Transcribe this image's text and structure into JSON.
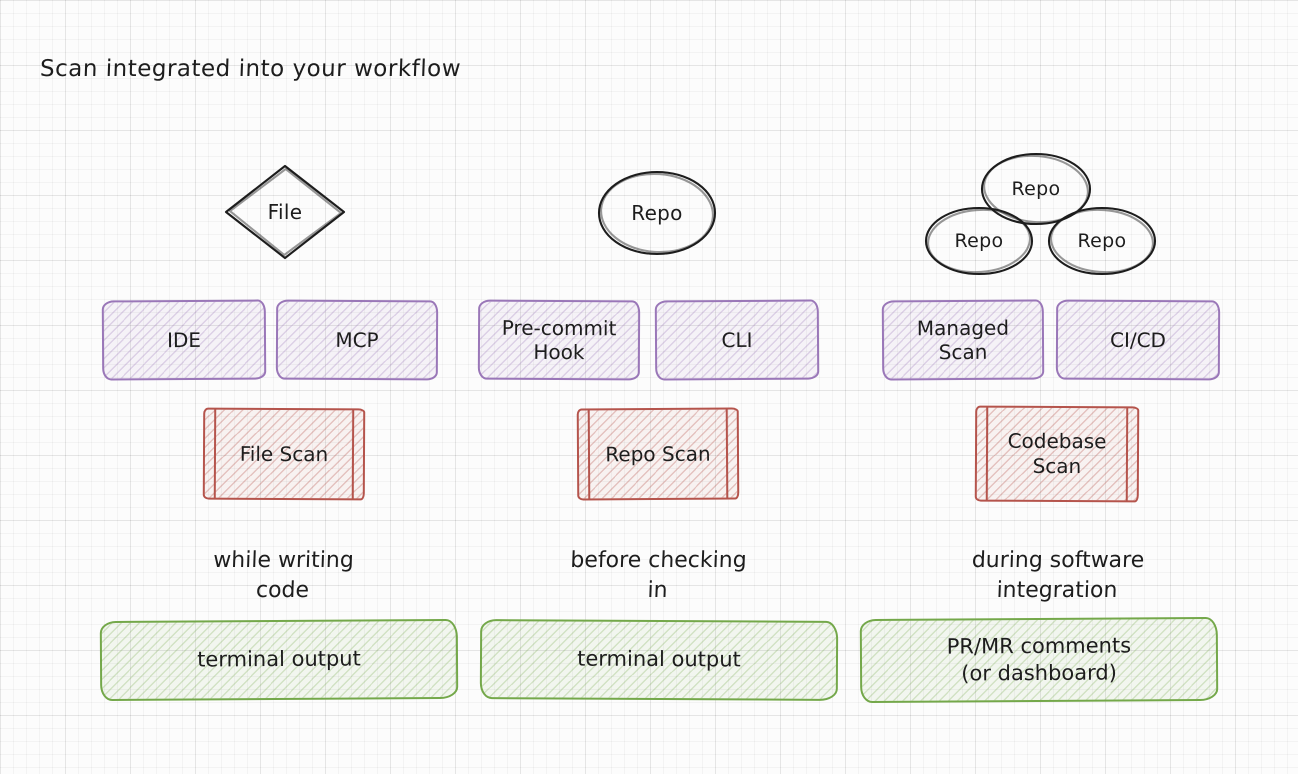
{
  "title": "Scan integrated into your workflow",
  "colors": {
    "ink": "#1d1d1d",
    "tool_border": "#9a77b8",
    "scan_border": "#b5544c",
    "output_border": "#74a84a",
    "background": "#fcfcfc"
  },
  "columns": [
    {
      "id": "while-writing-code",
      "sources": [
        {
          "shape": "diamond",
          "label": "File"
        }
      ],
      "tools": [
        {
          "label": "IDE"
        },
        {
          "label": "MCP"
        }
      ],
      "scan_label": "File Scan",
      "caption": "while writing\ncode",
      "output_label": "terminal output"
    },
    {
      "id": "before-checking-in",
      "sources": [
        {
          "shape": "ellipse",
          "label": "Repo"
        }
      ],
      "tools": [
        {
          "label": "Pre-commit\nHook"
        },
        {
          "label": "CLI"
        }
      ],
      "scan_label": "Repo Scan",
      "caption": "before checking\nin",
      "output_label": "terminal output"
    },
    {
      "id": "during-software-integration",
      "sources": [
        {
          "shape": "ellipse",
          "label": "Repo"
        },
        {
          "shape": "ellipse",
          "label": "Repo"
        },
        {
          "shape": "ellipse",
          "label": "Repo"
        }
      ],
      "tools": [
        {
          "label": "Managed\nScan"
        },
        {
          "label": "CI/CD"
        }
      ],
      "scan_label": "Codebase\nScan",
      "caption": "during software\nintegration",
      "output_label": "PR/MR comments\n(or dashboard)"
    }
  ]
}
